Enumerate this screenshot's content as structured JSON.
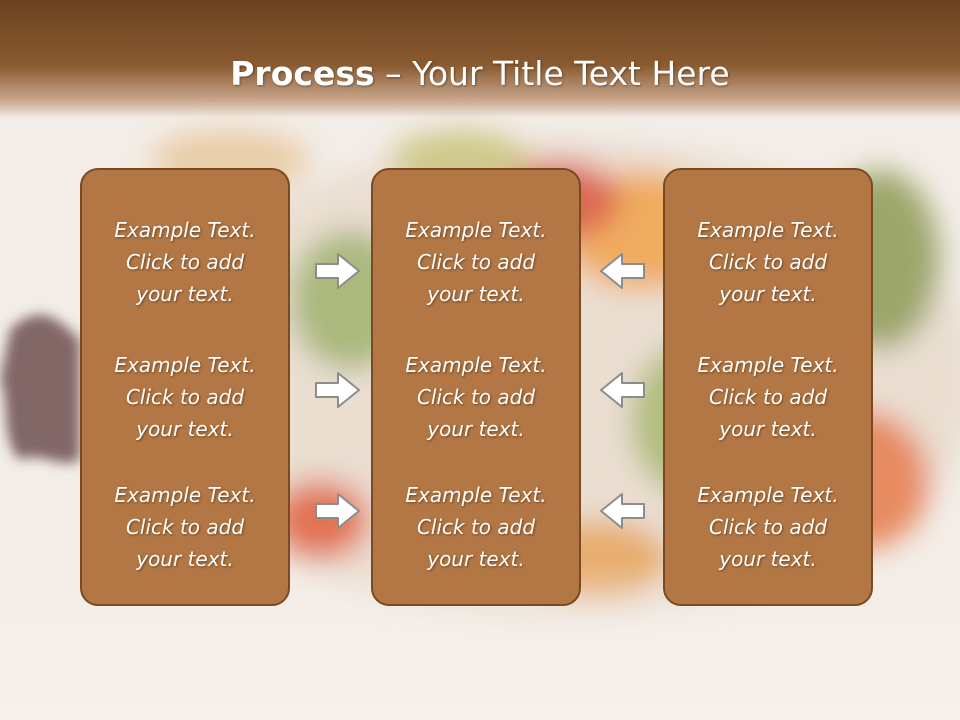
{
  "slide": {
    "title_bold": "Process",
    "title_rest": " – Your Title Text Here"
  },
  "columns": [
    {
      "items": [
        {
          "l1": "Example Text.",
          "l2": "Click  to add",
          "l3": "your text."
        },
        {
          "l1": "Example Text.",
          "l2": "Click  to add",
          "l3": "your text."
        },
        {
          "l1": "Example Text.",
          "l2": "Click  to add",
          "l3": "your text."
        }
      ]
    },
    {
      "items": [
        {
          "l1": "Example Text.",
          "l2": "Click  to add",
          "l3": "your text."
        },
        {
          "l1": "Example Text.",
          "l2": "Click  to add",
          "l3": "your text."
        },
        {
          "l1": "Example Text.",
          "l2": "Click  to add",
          "l3": "your text."
        }
      ]
    },
    {
      "items": [
        {
          "l1": "Example Text.",
          "l2": "Click  to add",
          "l3": "your text."
        },
        {
          "l1": "Example Text.",
          "l2": "Click  to add",
          "l3": "your text."
        },
        {
          "l1": "Example Text.",
          "l2": "Click  to add",
          "l3": "your text."
        }
      ]
    }
  ],
  "colors": {
    "box_fill": "#b27744",
    "box_border": "#7a4a22",
    "title_band": "#7a4e28",
    "arrow_fill": "#ffffff",
    "arrow_stroke": "#8c8c8c"
  },
  "icons": {
    "left_arrows": "right-arrow-icon",
    "right_arrows": "left-arrow-icon"
  }
}
